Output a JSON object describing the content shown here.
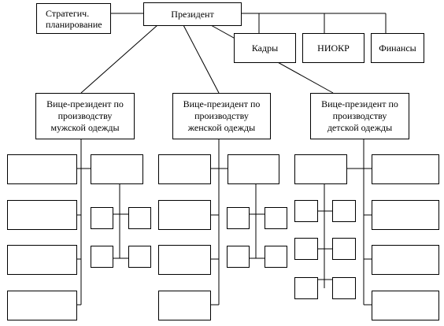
{
  "chart": {
    "strategic": "Стратегич.\nпланирование",
    "president": "Президент",
    "staff": [
      "Кадры",
      "НИОКР",
      "Финансы"
    ],
    "vp_men": "Вице-президент по\nпроизводству\nмужской одежды",
    "vp_women": "Вице-президент по\nпроизводству\nженской одежды",
    "vp_children": "Вице-президент по\nпроизводству\nдетской одежды"
  }
}
